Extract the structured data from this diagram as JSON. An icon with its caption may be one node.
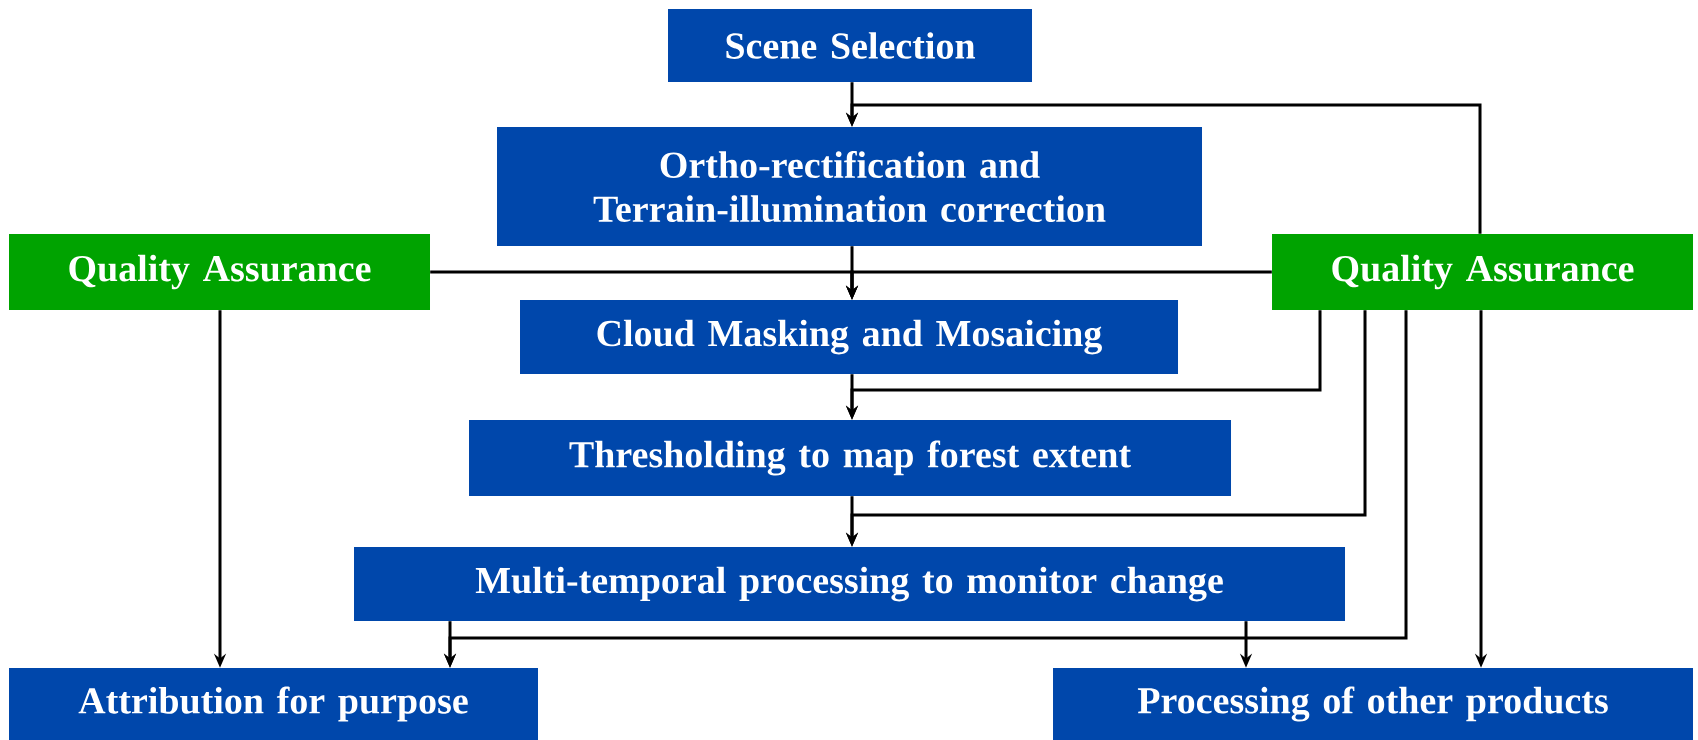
{
  "diagram": {
    "nodes": [
      {
        "text": [
          "Scene Selection"
        ]
      },
      {
        "text": [
          "Ortho-rectification and Terrain-illumination correction"
        ]
      },
      {
        "text": [
          "Quality Assurance"
        ]
      },
      {
        "text": [
          "Quality Assurance"
        ]
      },
      {
        "text": [
          "Cloud Masking and Mosaicing"
        ]
      },
      {
        "text": [
          "Thresholding to map forest extent"
        ]
      },
      {
        "text": [
          "Multi-temporal processing to monitor change"
        ]
      },
      {
        "text": [
          "Attribution for purpose"
        ]
      },
      {
        "text": [
          "Processing of other products"
        ]
      }
    ],
    "edges": [
      {
        "from": 0,
        "to": 1,
        "arrow": "to"
      },
      {
        "from": 3,
        "to": 1,
        "arrow": "to"
      },
      {
        "from": 1,
        "to": 4,
        "arrow": "to"
      },
      {
        "from": 2,
        "to": 4,
        "arrow": "to"
      },
      {
        "from": 3,
        "to": 4,
        "arrow": "to"
      },
      {
        "from": 4,
        "to": 5,
        "arrow": "to"
      },
      {
        "from": 3,
        "to": 5,
        "arrow": "to"
      },
      {
        "from": 5,
        "to": 6,
        "arrow": "to"
      },
      {
        "from": 3,
        "to": 6,
        "arrow": "to"
      },
      {
        "from": 6,
        "to": 7,
        "arrow": "to"
      },
      {
        "from": 6,
        "to": 8,
        "arrow": "to"
      },
      {
        "from": 3,
        "to": 7,
        "arrow": "to"
      },
      {
        "from": 3,
        "to": 8,
        "arrow": "to"
      },
      {
        "from": 2,
        "to": 7,
        "arrow": "to"
      }
    ]
  }
}
